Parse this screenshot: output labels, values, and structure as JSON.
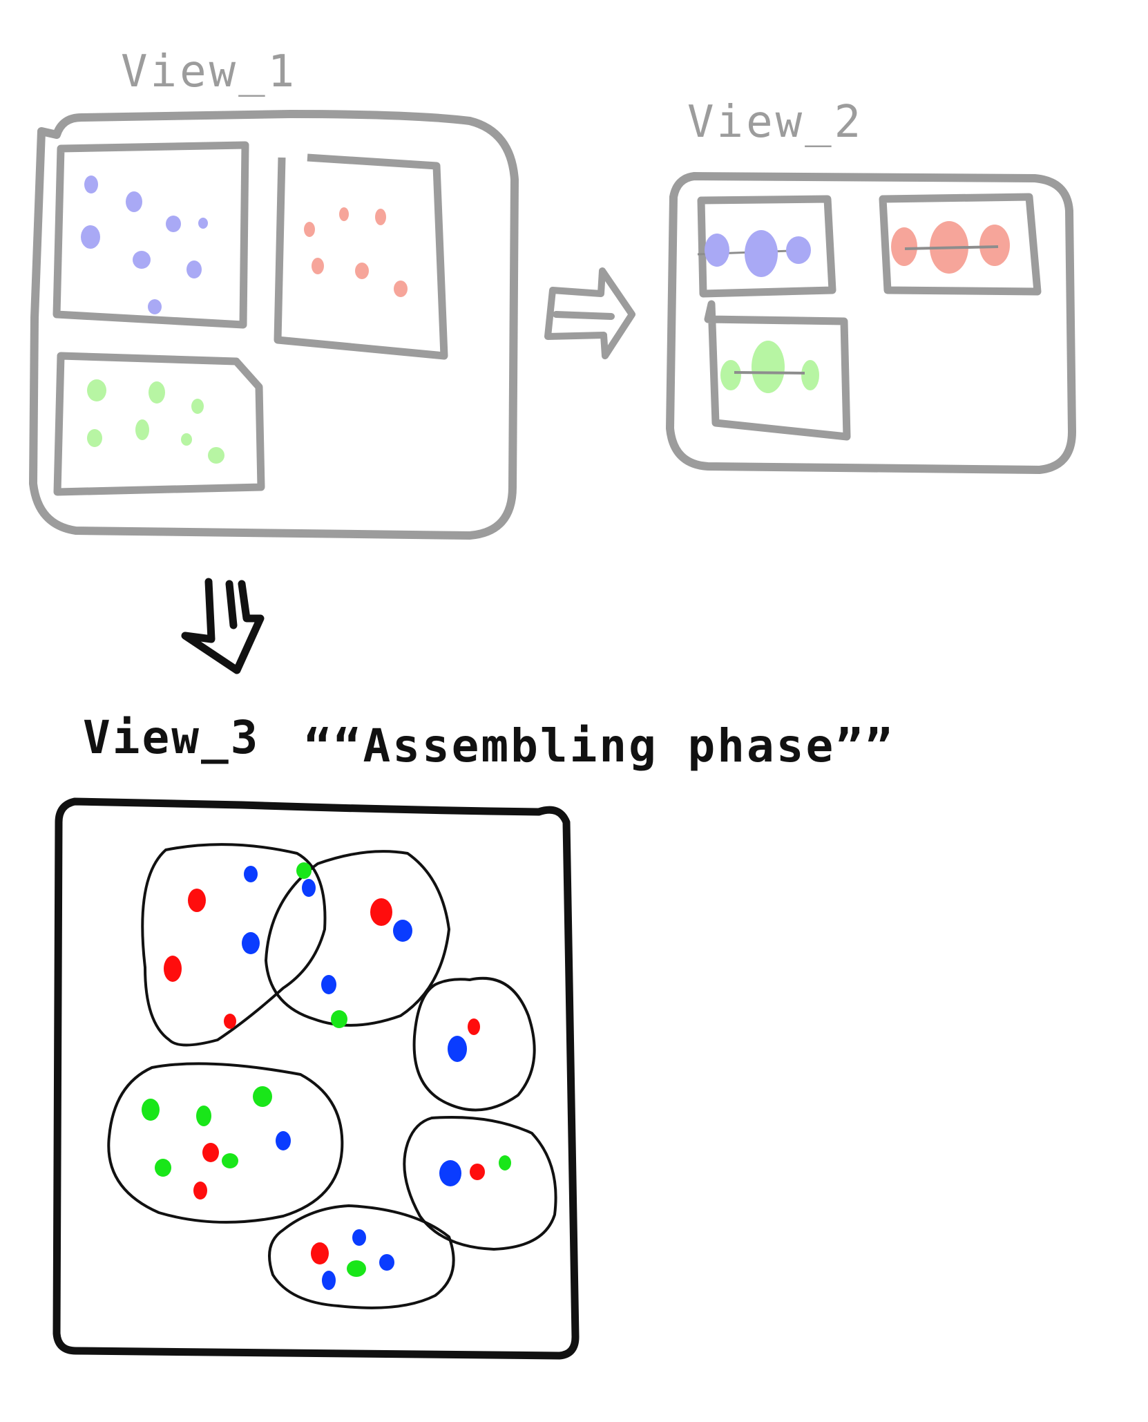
{
  "labels": {
    "view1": "View_1",
    "view2": "View_2",
    "view3": "View_3",
    "view3_caption": "““Assembling phase””"
  },
  "colors": {
    "frame_gray": "#9c9c9c",
    "frame_black": "#111111",
    "pastel_blue": "#a9a9f5",
    "pastel_red": "#f6a59a",
    "pastel_green": "#b7f5a3",
    "dot_red": "#ff0d0d",
    "dot_blue": "#0a3cff",
    "dot_green": "#19e619"
  },
  "icons": [
    "double-arrow-right-icon",
    "double-arrow-down-icon"
  ]
}
